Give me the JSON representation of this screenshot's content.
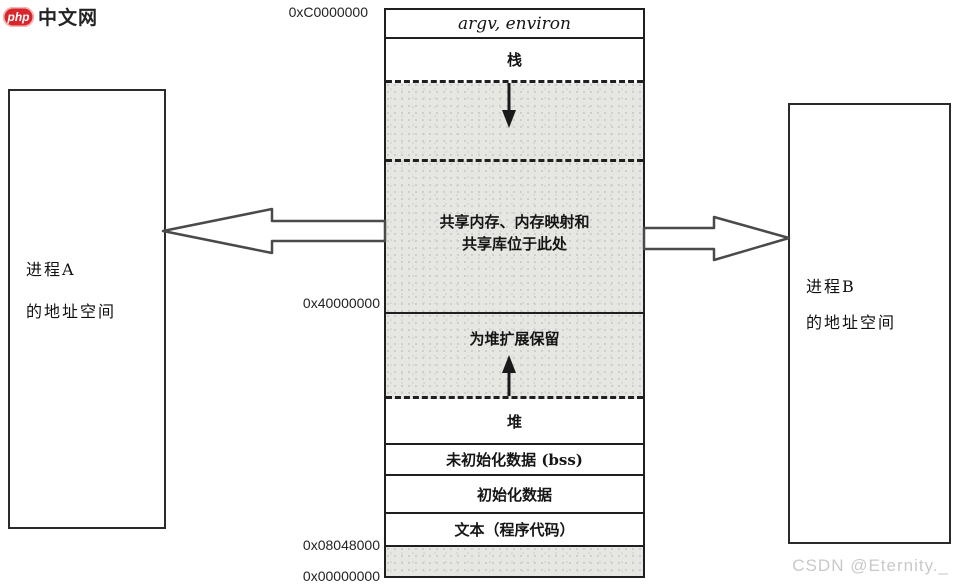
{
  "logo": {
    "badge": "php",
    "site_name": "中文网"
  },
  "addresses": {
    "top": "0xC0000000",
    "shared_base": "0x40000000",
    "text_base": "0x08048000",
    "zero": "0x00000000"
  },
  "left_box": {
    "line1": "进程A",
    "line2": "的地址空间"
  },
  "right_box": {
    "line1": "进程B",
    "line2": "的地址空间"
  },
  "column": {
    "argv": "argv, environ",
    "stack": "栈",
    "shared_line1": "共享内存、内存映射和",
    "shared_line2": "共享库位于此处",
    "heap_reserved": "为堆扩展保留",
    "heap": "堆",
    "bss": "未初始化数据 (bss)",
    "data_seg": "初始化数据",
    "text_seg": "文本（程序代码）"
  },
  "watermark": "CSDN @Eternity._",
  "colors": {
    "logo_red": "#d9262c",
    "line": "#1f1f1f",
    "shaded_gray": "#e6e6e3",
    "watermark_gray": "#c9c9c9"
  }
}
